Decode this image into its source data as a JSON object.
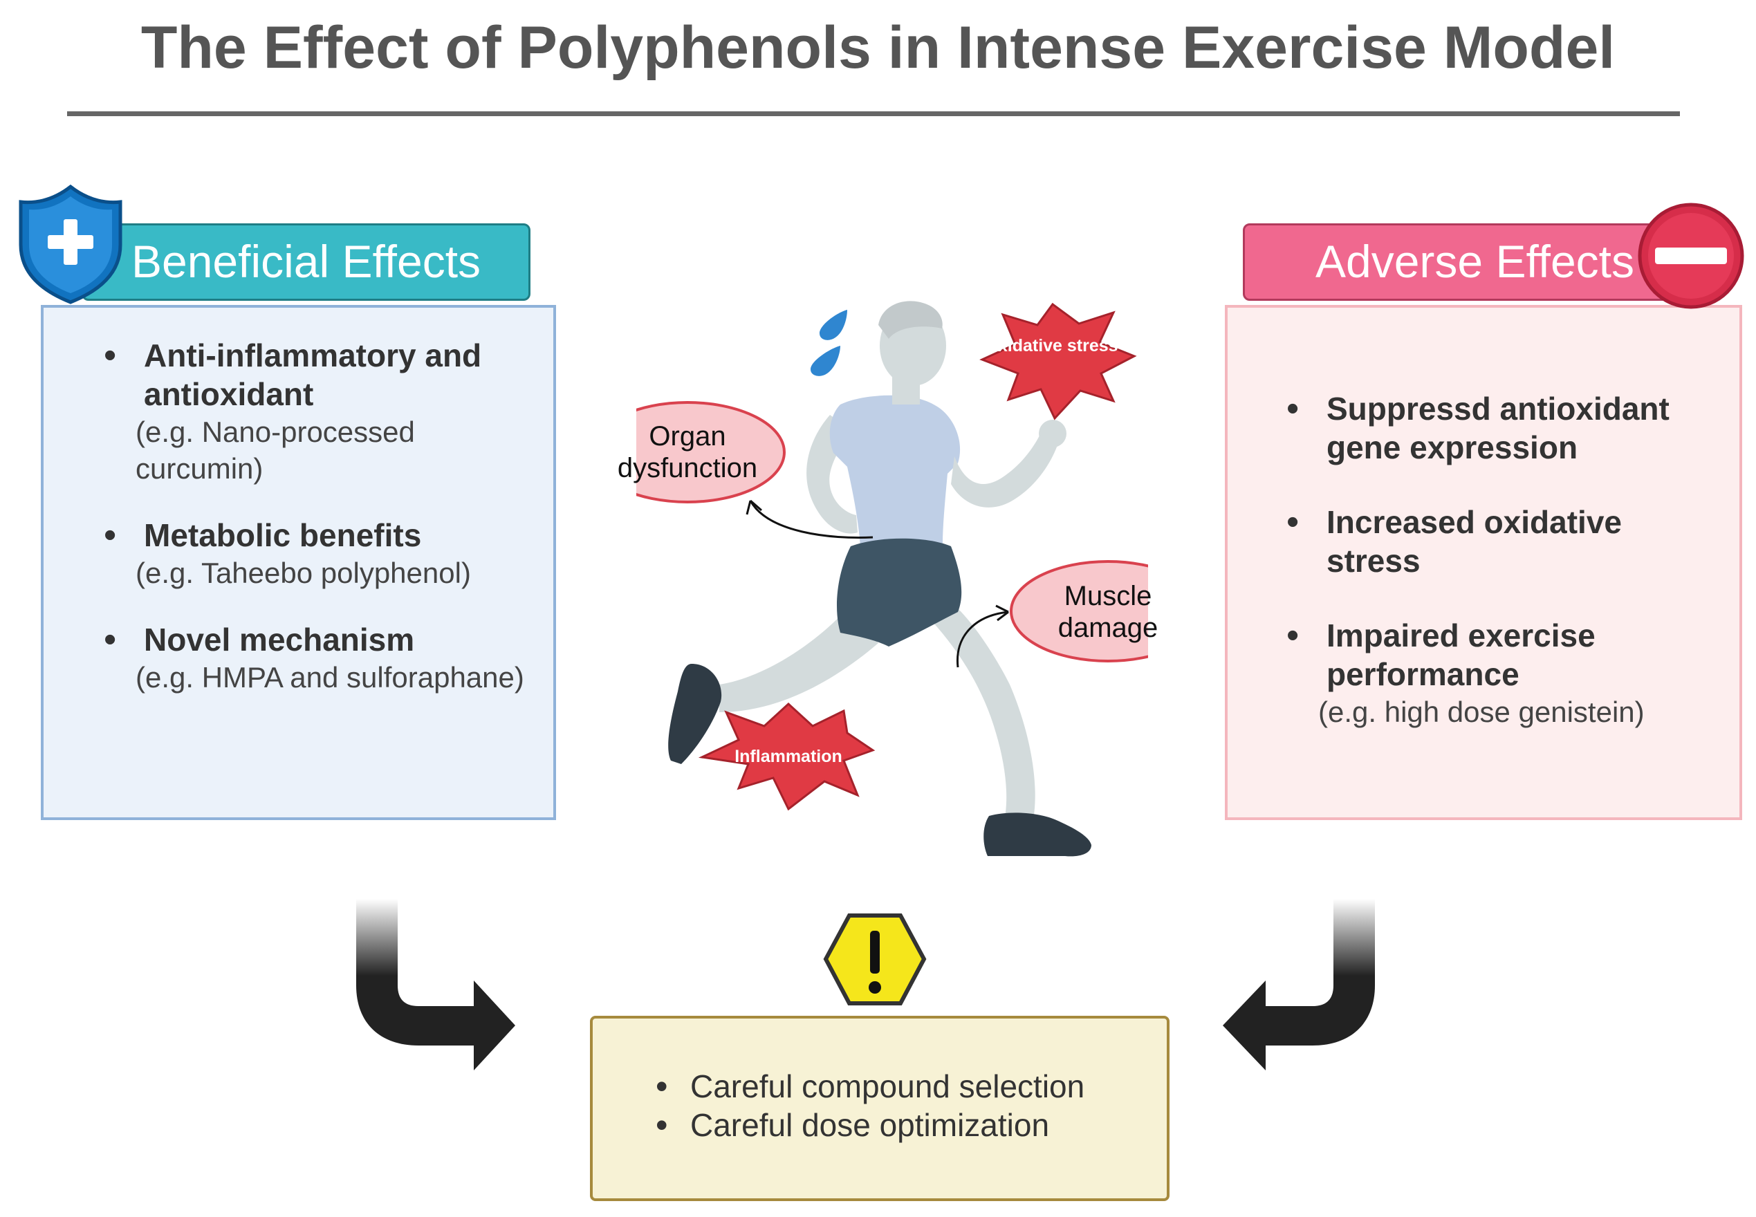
{
  "title": "The Effect of Polyphenols in Intense Exercise Model",
  "beneficial": {
    "header": "Beneficial Effects",
    "items": [
      {
        "title": "Anti-inflammatory and antioxidant",
        "example": "(e.g. Nano-processed curcumin)"
      },
      {
        "title": "Metabolic benefits",
        "example": "(e.g. Taheebo polyphenol)"
      },
      {
        "title": "Novel mechanism",
        "example": "(e.g. HMPA and sulforaphane)"
      }
    ]
  },
  "adverse": {
    "header": "Adverse Effects",
    "items": [
      {
        "title": "Suppressd antioxidant gene expression",
        "example": ""
      },
      {
        "title": "Increased  oxidative stress",
        "example": ""
      },
      {
        "title": "Impaired exercise performance",
        "example": "(e.g. high dose genistein)"
      }
    ]
  },
  "center": {
    "organ": "Organ dysfunction",
    "muscle": "Muscle damage",
    "oxidative": "Oxidative stress",
    "inflammation": "Inflammation"
  },
  "recommendations": [
    "Careful compound selection",
    "Careful dose optimization"
  ],
  "colors": {
    "beneficial": "#39bac6",
    "adverse": "#f0688f",
    "burst": "#e03a44",
    "ellipse_fill": "#f8c8cc",
    "ellipse_stroke": "#d9424e",
    "warning": "#f5e61b",
    "rec_box": "#f7f2d5"
  },
  "icons": [
    "shield-plus-icon",
    "minus-circle-icon",
    "sweat-drops-icon",
    "warning-icon",
    "curved-arrow-right-icon",
    "curved-arrow-left-icon"
  ]
}
